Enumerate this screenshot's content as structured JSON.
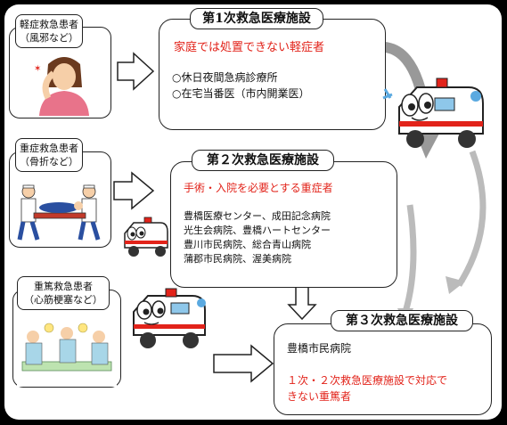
{
  "tier1": {
    "title": "第1次救急医療施設",
    "headline": "家庭では処置できない軽症者",
    "facilities": [
      "○休日夜間急病診療所",
      "○在宅当番医（市内開業医）"
    ]
  },
  "tier2": {
    "title": "第２次救急医療施設",
    "headline": "手術・入院を必要とする重症者",
    "facilities": [
      "豊橋医療センター、成田記念病院",
      "光生会病院、豊橋ハートセンター",
      "豊川市民病院、総合青山病院",
      "蒲郡市民病院、渥美病院"
    ]
  },
  "tier3": {
    "title": "第３次救急医療施設",
    "facility": "豊橋市民病院",
    "headline_lines": [
      "１次・２次救急医療施設で対応で",
      "きない重篤者"
    ]
  },
  "patients": {
    "mild": {
      "line1": "軽症救急患者",
      "line2": "（風邪など）"
    },
    "serious": {
      "line1": "重症救急患者",
      "line2": "（骨折など）"
    },
    "critical": {
      "line1": "重篤救急患者",
      "line2": "（心筋梗塞など）"
    }
  },
  "colors": {
    "accent_red": "#e2231a",
    "border": "#222222",
    "background": "#000000",
    "panel": "#ffffff"
  }
}
